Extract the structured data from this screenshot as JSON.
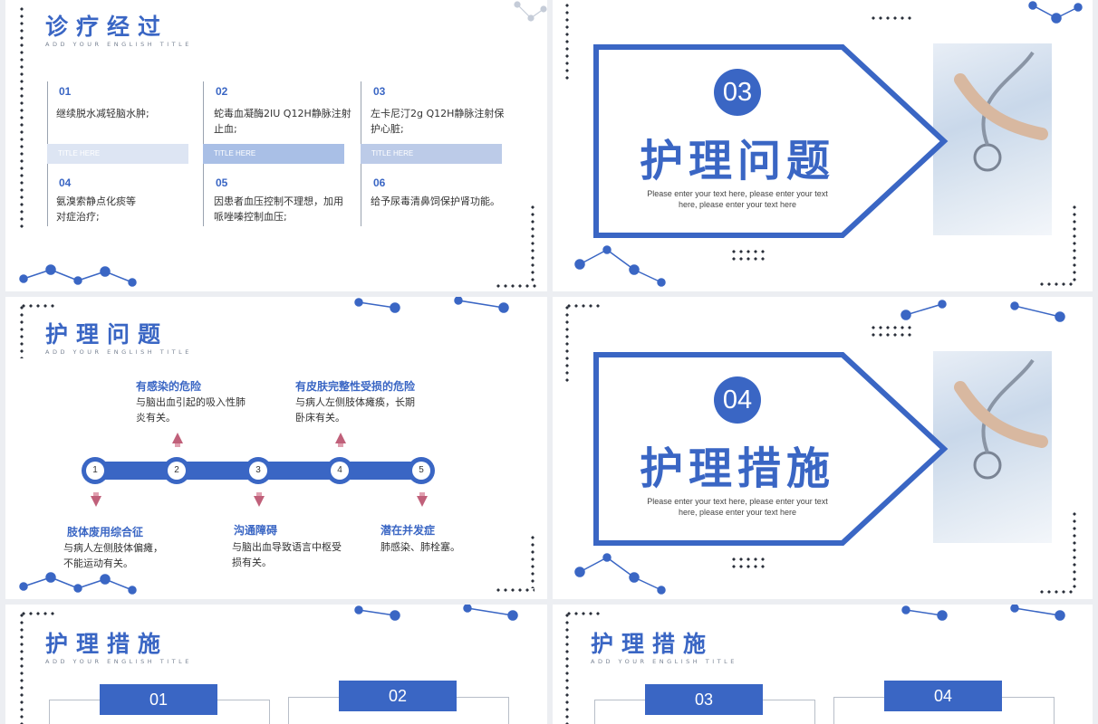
{
  "slide1": {
    "title": "诊疗经过",
    "subtitle": "ADD YOUR ENGLISH TITLE",
    "columns": [
      {
        "num": "01",
        "text": "继续脱水减轻脑水肿;"
      },
      {
        "num": "02",
        "text": "蛇毒血凝酶2IU Q12H静脉注射止血;"
      },
      {
        "num": "03",
        "text": "左卡尼汀2g Q12H静脉注射保护心脏;"
      },
      {
        "num": "04",
        "text": "氨溴索静点化痰等对症治疗;"
      },
      {
        "num": "05",
        "text": "因患者血压控制不理想，加用哌唑嗪控制血压;"
      },
      {
        "num": "06",
        "text": "给予尿毒清鼻饲保护肾功能。"
      }
    ],
    "bars": [
      "TITLE HERE",
      "TITLE HERE",
      "TITLE HERE"
    ],
    "bar_colors": [
      "#dde5f3",
      "#a9bfe6",
      "#bccbe8"
    ]
  },
  "slide2": {
    "number": "03",
    "title": "护理问题",
    "placeholder": "Please enter your text here, please enter your text here, please enter your text here"
  },
  "slide3": {
    "title": "护理问题",
    "subtitle": "ADD YOUR ENGLISH TITLE",
    "nodes": [
      "1",
      "2",
      "3",
      "4",
      "5"
    ],
    "problems": [
      {
        "title": "肢体废用综合征",
        "text": "与病人左侧肢体偏瘫，不能运动有关。"
      },
      {
        "title": "有感染的危险",
        "text": "与脑出血引起的吸入性肺炎有关。"
      },
      {
        "title": "沟通障碍",
        "text": "与脑出血导致语言中枢受损有关。"
      },
      {
        "title": "有皮肤完整性受损的危险",
        "text": "与病人左侧肢体瘫痪，长期卧床有关。"
      },
      {
        "title": "潜在并发症",
        "text": "肺感染、肺栓塞。"
      }
    ]
  },
  "slide4": {
    "number": "04",
    "title": "护理措施",
    "placeholder": "Please enter your text here, please enter your text here, please enter your text here"
  },
  "slide5": {
    "title": "护理措施",
    "subtitle": "ADD YOUR ENGLISH TITLE",
    "tabs": [
      "01",
      "02"
    ]
  },
  "slide6": {
    "title": "护理措施",
    "subtitle": "ADD YOUR ENGLISH TITLE",
    "tabs": [
      "03",
      "04"
    ]
  },
  "colors": {
    "accent": "#3a66c4",
    "dots": "#2a2f3a",
    "arrow_pink": "#c0607a"
  }
}
